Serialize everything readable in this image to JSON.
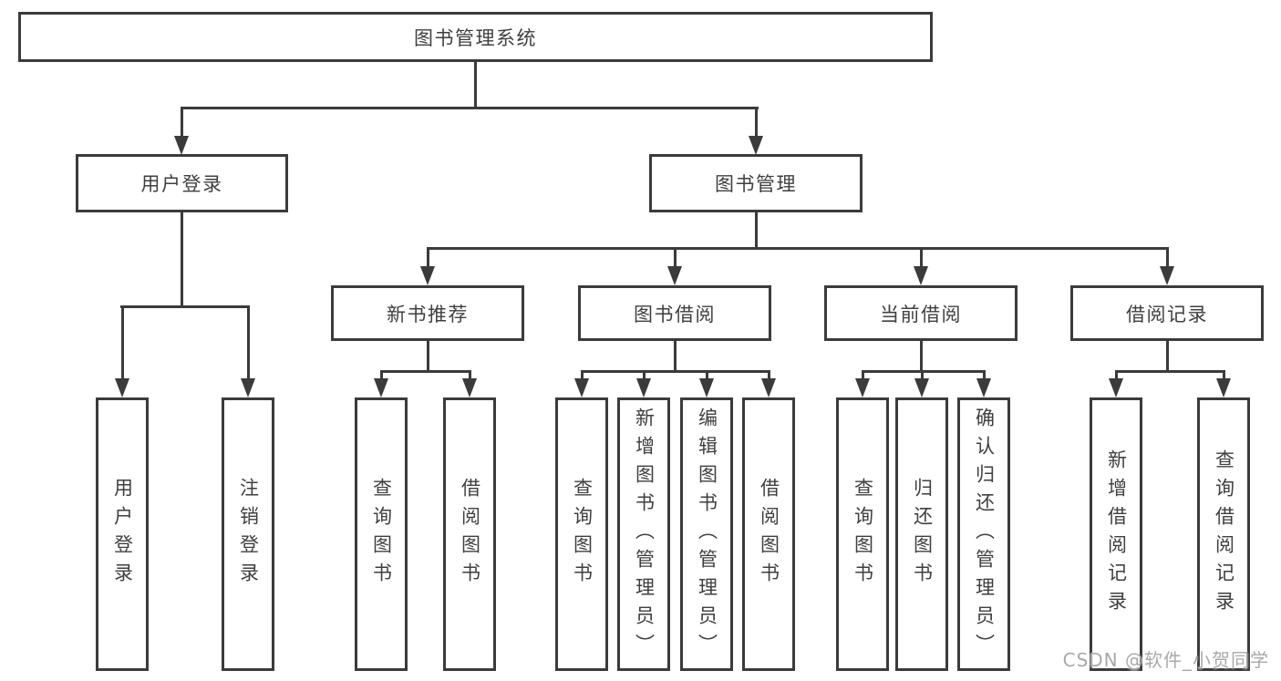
{
  "colors": {
    "line": "#3b3b3b",
    "text": "#3f3f3f",
    "watermark": "#a9a9a9",
    "background": "#ffffff"
  },
  "tree": {
    "root": {
      "label": "图书管理系统"
    },
    "branches": [
      {
        "label": "用户登录",
        "children": [
          {
            "label": "用户登录"
          },
          {
            "label": "注销登录"
          }
        ]
      },
      {
        "label": "图书管理",
        "children": [
          {
            "label": "新书推荐",
            "children": [
              {
                "label": "查询图书"
              },
              {
                "label": "借阅图书"
              }
            ]
          },
          {
            "label": "图书借阅",
            "children": [
              {
                "label": "查询图书"
              },
              {
                "label": "新增图书（管理员）"
              },
              {
                "label": "编辑图书（管理员）"
              },
              {
                "label": "借阅图书"
              }
            ]
          },
          {
            "label": "当前借阅",
            "children": [
              {
                "label": "查询图书"
              },
              {
                "label": "归还图书"
              },
              {
                "label": "确认归还（管理员）"
              }
            ]
          },
          {
            "label": "借阅记录",
            "children": [
              {
                "label": "新增借阅记录"
              },
              {
                "label": "查询借阅记录"
              }
            ]
          }
        ]
      }
    ]
  },
  "watermark": "CSDN @软件_小贺同学"
}
